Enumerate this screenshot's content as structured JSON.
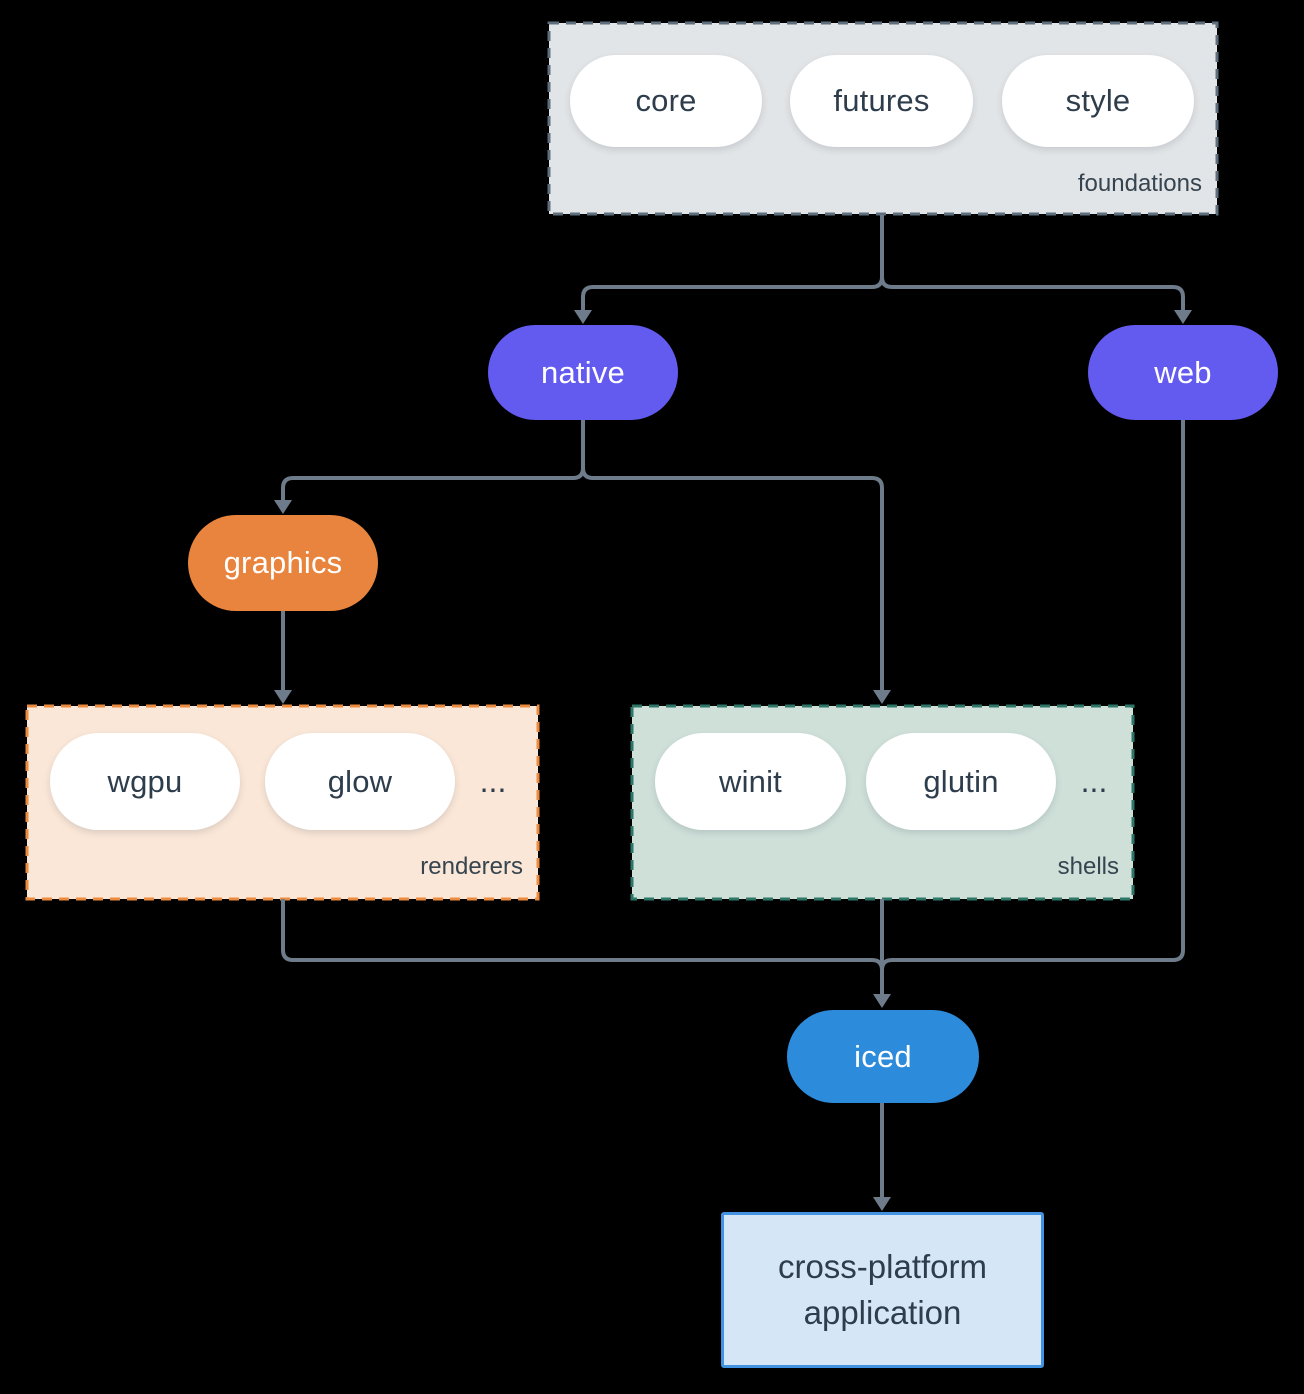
{
  "colors": {
    "bg": "#000000",
    "connector": "#6e7b8a",
    "text-dark": "#2e3d4c",
    "label": "#35444f",
    "pill-white": "#ffffff",
    "purple": "#635af0",
    "orange": "#e8843d",
    "blue": "#2c8bda",
    "foundations-fill": "#e2e5e7",
    "foundations-border": "#5e6e7d",
    "renderers-fill": "#fbe7d7",
    "renderers-border": "#ea8b3f",
    "shells-fill": "#cfe0d9",
    "shells-border": "#2d7668",
    "app-fill": "#d5e6f7",
    "app-border": "#4294e2"
  },
  "nodes": {
    "foundations": {
      "label": "foundations",
      "pills": [
        "core",
        "futures",
        "style"
      ]
    },
    "native": {
      "label": "native"
    },
    "web": {
      "label": "web"
    },
    "graphics": {
      "label": "graphics"
    },
    "renderers": {
      "label": "renderers",
      "pills": [
        "wgpu",
        "glow"
      ],
      "ellipsis": "..."
    },
    "shells": {
      "label": "shells",
      "pills": [
        "winit",
        "glutin"
      ],
      "ellipsis": "..."
    },
    "iced": {
      "label": "iced"
    },
    "application": {
      "line1": "cross-platform",
      "line2": "application"
    }
  }
}
